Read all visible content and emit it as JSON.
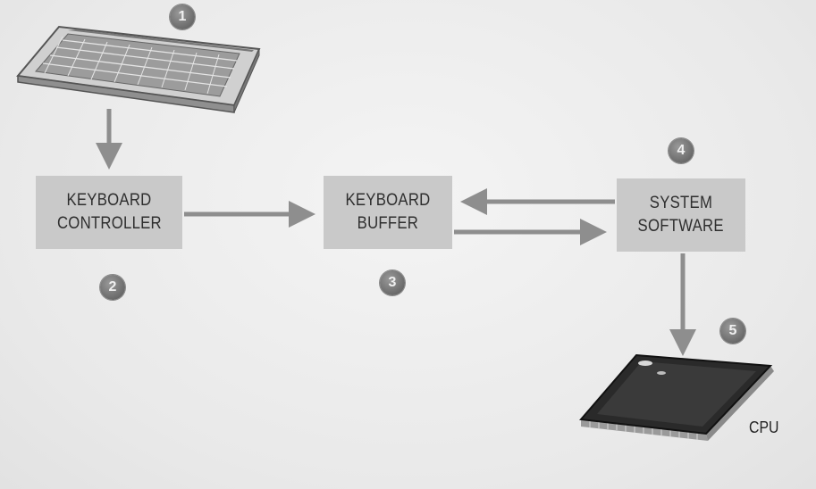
{
  "badges": [
    "1",
    "2",
    "3",
    "4",
    "5"
  ],
  "boxes": {
    "keyboard_controller": [
      "KEYBOARD",
      "CONTROLLER"
    ],
    "keyboard_buffer": [
      "KEYBOARD",
      "BUFFER"
    ],
    "system_software": [
      "SYSTEM",
      "SOFTWARE"
    ]
  },
  "cpu_label": "CPU",
  "icons": {
    "keyboard": "keyboard-icon",
    "cpu": "cpu-chip-icon"
  },
  "colors": {
    "box": "#c9c9c9",
    "arrow": "#8e8e8e",
    "badge": "#6f6f6f",
    "background": "#ececec"
  }
}
